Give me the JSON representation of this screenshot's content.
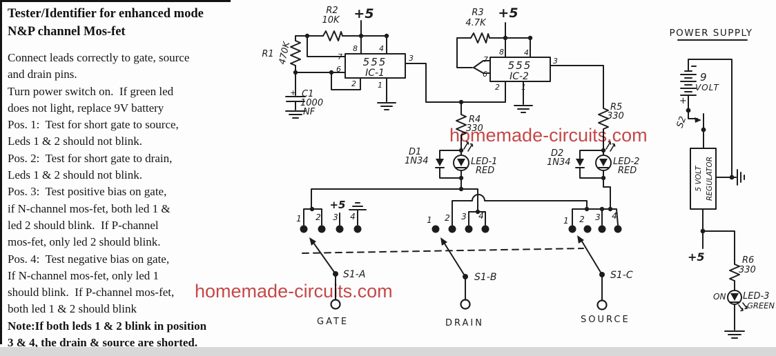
{
  "instructions": {
    "title": [
      "Tester/Identifier for enhanced mode",
      "N&P channel Mos-fet"
    ],
    "lines": [
      "Connect leads correctly to gate, source",
      "and drain pins.",
      "Turn power switch on.  If green led",
      "does not light, replace 9V battery",
      "Pos. 1:  Test for short gate to source,",
      "Leds 1 & 2 should not blink.",
      "Pos. 2:  Test for short gate to drain,",
      "Leds 1 & 2 should not blink.",
      "Pos. 3:  Test positive bias on gate,",
      "if N-channel mos-fet, both led 1 &",
      "led 2 should blink.  If P-channel",
      "mos-fet, only led 2 should blink.",
      "Pos. 4:  Test negative bias on gate,",
      "If N-channel mos-fet, only led 1",
      "should blink.  If P-channel mos-fet,",
      "both led 1 & 2 should blink"
    ],
    "note": [
      "Note:If both leds 1 & 2 blink in position",
      "3 & 4, the drain & source are shorted."
    ]
  },
  "watermark": {
    "text": "homemade-circuits.com",
    "color": "#c13434"
  },
  "labels": {
    "r1": "R1",
    "r1v": "470K",
    "r2": "R2",
    "r2v": "10K",
    "r3": "R3",
    "r3v": "4.7K",
    "r4": "R4",
    "r4v": "330",
    "r5": "R5",
    "r5v": "330",
    "r6": "R6",
    "r6v": "330",
    "plus5": "+5",
    "ic": "555",
    "ic1": "IC-1",
    "ic2": "IC-2",
    "p1": "1",
    "p2": "2",
    "p3": "3",
    "p4": "4",
    "p6": "6",
    "p7": "7",
    "p8": "8",
    "c1": "C1",
    "c1v": "1000",
    "c1u": "NF",
    "plus": "+",
    "minus": "-",
    "d1": "D1",
    "d2": "D2",
    "dv": "1N34",
    "led1": "LED-1",
    "led2": "LED-2",
    "led3": "LED-3",
    "red": "RED",
    "green": "GREEN",
    "on": "ON",
    "s1a": "S1-A",
    "s1b": "S1-B",
    "s1c": "S1-C",
    "s2": "S2",
    "gate": "GATE",
    "drain": "DRAIN",
    "source": "SOURCE",
    "ps_title": "POWER SUPPLY",
    "batt9": "9",
    "volt": "VOLT",
    "reg1": "5 VOLT",
    "reg2": "REGULATOR"
  }
}
